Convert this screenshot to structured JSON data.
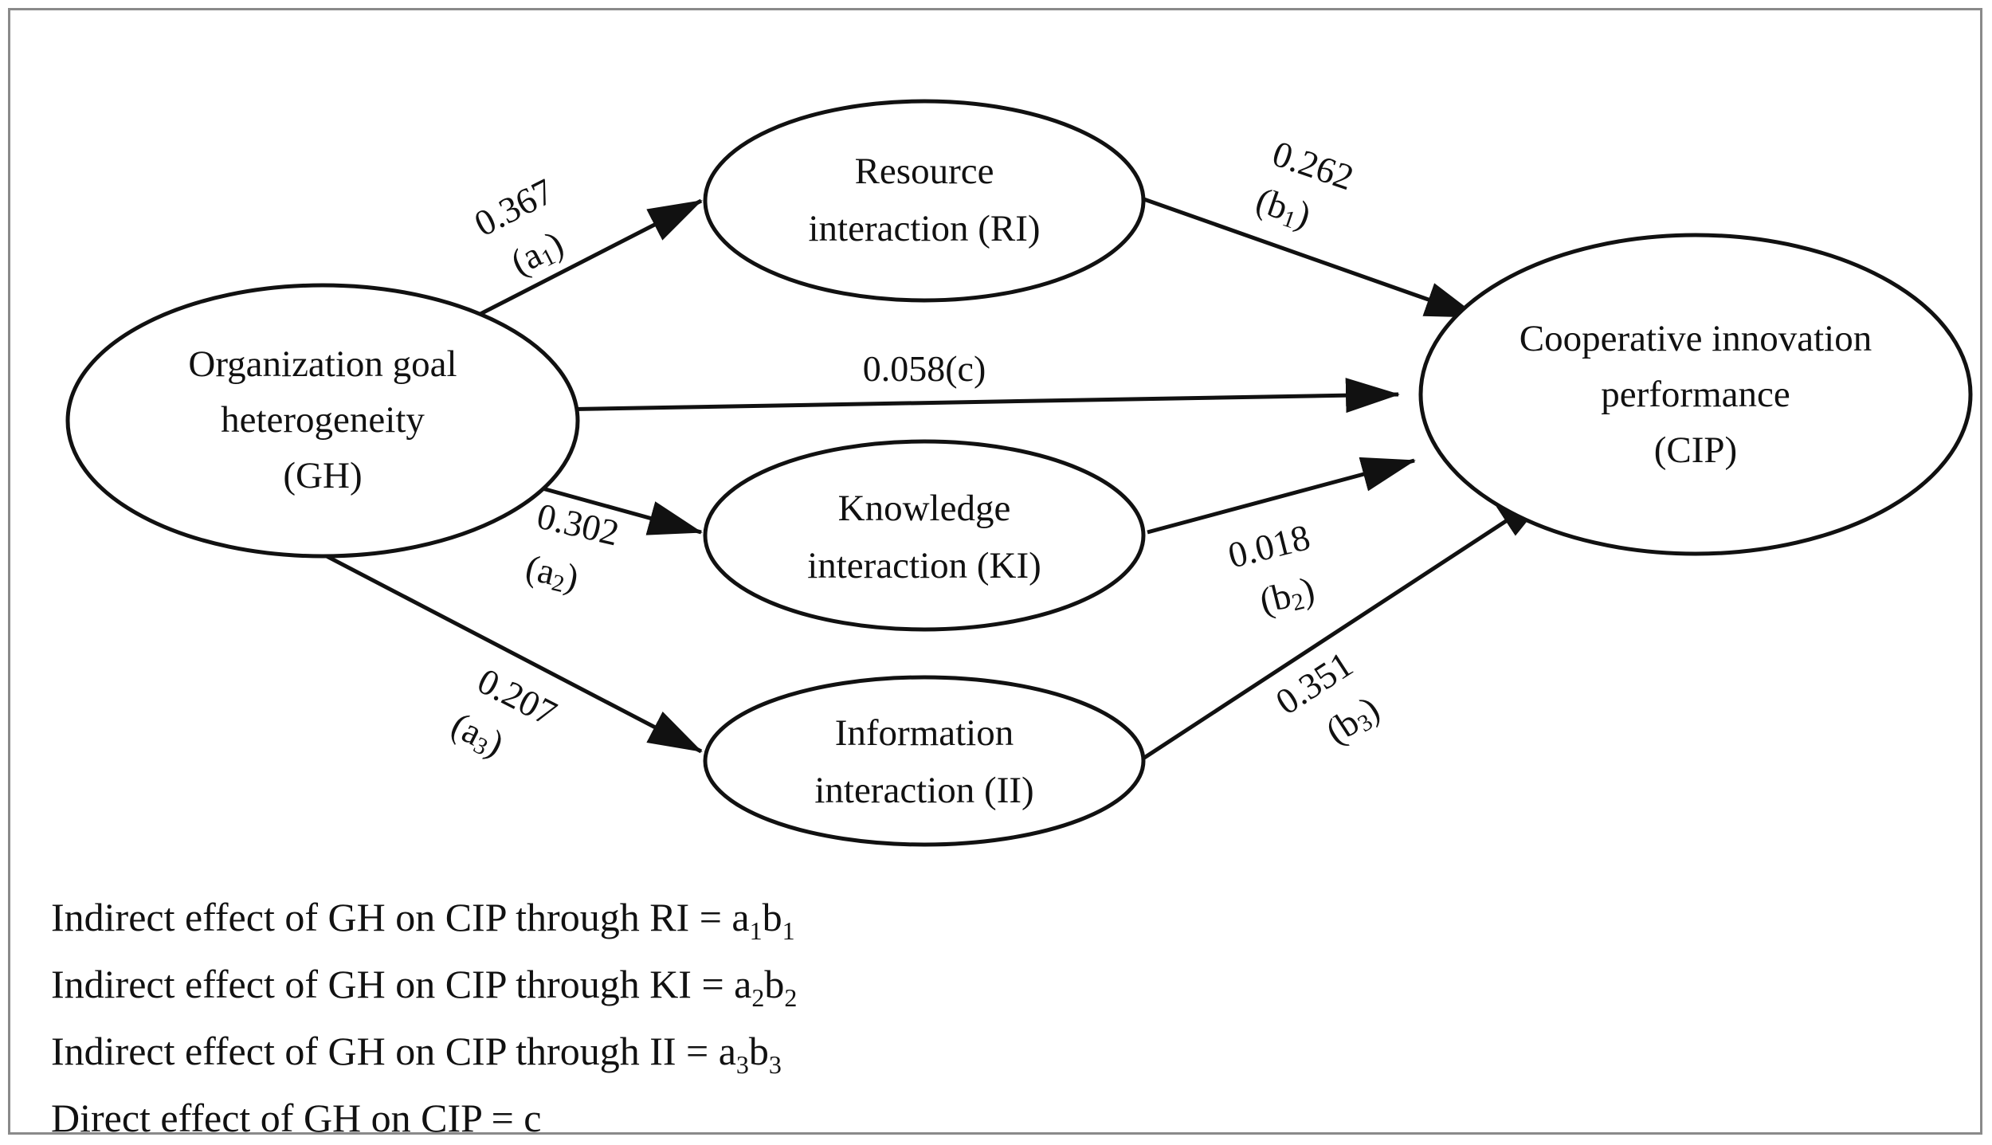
{
  "nodes": {
    "gh": {
      "line1": "Organization goal",
      "line2": "heterogeneity",
      "line3": "(GH)"
    },
    "ri": {
      "line1": "Resource",
      "line2": "interaction (RI)"
    },
    "ki": {
      "line1": "Knowledge",
      "line2": "interaction (KI)"
    },
    "ii": {
      "line1": "Information",
      "line2": "interaction (II)"
    },
    "cip": {
      "line1": "Cooperative innovation",
      "line2": "performance",
      "line3": "(CIP)"
    }
  },
  "edges": {
    "a1": {
      "value": "0.367",
      "label": "a",
      "sub": "1"
    },
    "b1": {
      "value": "0.262",
      "label": "b",
      "sub": "1"
    },
    "c": {
      "value": "0.058(c)"
    },
    "a2": {
      "value": "0.302",
      "label": "a",
      "sub": "2"
    },
    "b2": {
      "value": "0.018",
      "label": "b",
      "sub": "2"
    },
    "a3": {
      "value": "0.207",
      "label": "a",
      "sub": "3"
    },
    "b3": {
      "value": "0.351",
      "label": "b",
      "sub": "3"
    }
  },
  "notes": [
    {
      "text": "Indirect effect of GH on CIP through RI = ",
      "p1": "a",
      "s1": "1",
      "p2": "b",
      "s2": "1"
    },
    {
      "text": "Indirect effect of GH on CIP through KI = ",
      "p1": "a",
      "s1": "2",
      "p2": "b",
      "s2": "2"
    },
    {
      "text": "Indirect effect of GH on CIP through II = ",
      "p1": "a",
      "s1": "3",
      "p2": "b",
      "s2": "3"
    },
    {
      "text": "Direct effect of GH on CIP  = c"
    }
  ],
  "colors": {
    "stroke": "#111111",
    "frame": "#8a8a8a",
    "background": "#ffffff"
  }
}
